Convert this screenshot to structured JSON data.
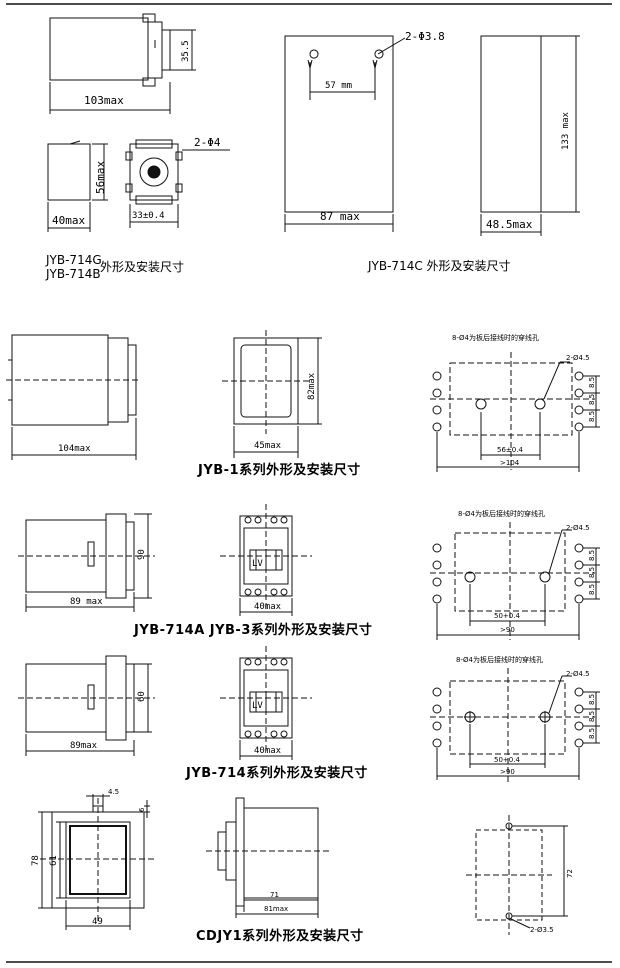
{
  "top_section": {
    "d103": "103max",
    "d355": "35.5",
    "d56": "56max",
    "d40": "40max",
    "d33": "33±0.4",
    "hole4": "2-Φ4",
    "model_g": "JYB-714G",
    "model_b": "JYB-714B",
    "caption_gb": "外形及安装尺寸",
    "hole38": "2-Φ3.8",
    "d57": "57 mm",
    "d87": "87 max",
    "d133": "133 max",
    "d485": "48.5max",
    "caption_c": "JYB-714C 外形及安装尺寸"
  },
  "jyb1": {
    "d104": "104max",
    "d45": "45max",
    "d82": "82max",
    "hole_note": "8-Ø4为板后接线时的穿线孔",
    "hole45": "2-Ø4.5",
    "d56": "56±0.4",
    "dgt104": ">104",
    "v1": "8.5",
    "v2": "8.5",
    "v3": "8.5",
    "caption": "JYB-1系列外形及安装尺寸"
  },
  "jyb3": {
    "d89": "89 max",
    "d90": "90",
    "d40": "40max",
    "lv": "LV",
    "hole_note": "8-Ø4为板后接线时的穿线孔",
    "hole45": "2-Ø4.5",
    "d50": "50+0.4",
    "dgt90": ">90",
    "v1": "8.5",
    "v2": "8.5",
    "v3": "8.5",
    "caption": "JYB-714A  JYB-3系列外形及安装尺寸"
  },
  "jyb714": {
    "d89": "89max",
    "d60": "60",
    "d40": "40max",
    "lv": "LV",
    "hole_note": "8-Ø4为板后接线时的穿线孔",
    "hole45": "2-Ø4.5",
    "d50": "50+0.4",
    "dgt90": ">90",
    "v1": "8.5",
    "v2": "8.5",
    "v3": "8.5",
    "caption": "JYB-714系列外形及安装尺寸"
  },
  "cdjy1": {
    "d45": "4.5",
    "d6": "6",
    "d78": "78",
    "d61": "61",
    "d49": "49",
    "d71": "71",
    "d81": "81max",
    "d72": "72",
    "hole35": "2-Ø3.5",
    "caption": "CDJY1系列外形及安装尺寸"
  }
}
